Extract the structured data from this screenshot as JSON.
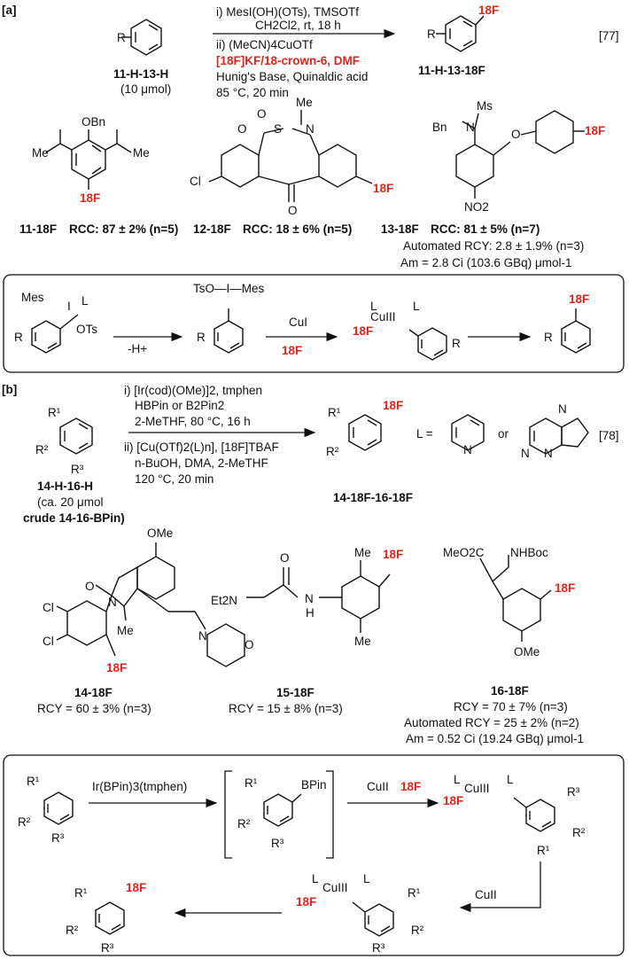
{
  "panel_a": {
    "label": "[a]",
    "ref": "[77]",
    "start_R": "R",
    "start_id": "11-H-13-H",
    "start_amount": "(10 μmol)",
    "conditions": [
      "i) MesI(OH)(OTs), TMSOTf",
      "CH2Cl2, rt, 18 h",
      "ii) (MeCN)4CuOTf",
      "[18F]KF/18-crown-6, DMF",
      "Hunig's Base, Quinaldic acid",
      "85 °C, 20 min"
    ],
    "product_id": "11-H-13-18F",
    "ex11": {
      "id": "11-18F",
      "result": "RCC: 87 ± 2% (n=5)",
      "groups": [
        "OBn",
        "Me",
        "Me"
      ]
    },
    "ex12": {
      "id": "12-18F",
      "result": "RCC: 18 ± 6% (n=5)",
      "groups": [
        "Me",
        "N",
        "O",
        "S",
        "O",
        "Cl",
        "O"
      ]
    },
    "ex13": {
      "id": "13-18F",
      "result": "RCC: 81 ± 5% (n=7)",
      "automated": "Automated RCY: 2.8 ± 1.9% (n=3)",
      "am": "Am = 2.8 Ci (103.6 GBq) μmol-1",
      "groups": [
        "Ms",
        "Bn",
        "N",
        "O",
        "NO2"
      ]
    },
    "mechanism": {
      "mes": "Mes",
      "L": "L",
      "I": "I",
      "OTs": "OTs",
      "R": "R",
      "minusH": "-H+",
      "tso_mes": "TsO—I—Mes",
      "cu": "CuI",
      "f18": "18F",
      "cu3": "CuIII"
    }
  },
  "panel_b": {
    "label": "[b]",
    "ref": "[78]",
    "conditions": [
      "i) [Ir(cod)(OMe)]2, tmphen",
      "HBPin or B2Pin2",
      "2-MeTHF, 80 °C, 16 h",
      "ii) [Cu(OTf)2(L)n], [18F]TBAF",
      "n-BuOH, DMA, 2-MeTHF",
      "120 °C, 20 min"
    ],
    "start_id": "14-H-16-H",
    "start_note1": "(ca. 20 μmol",
    "start_note2": "crude 14-16-BPin)",
    "product_id": "14-18F-16-18F",
    "L_eq": "L =",
    "or": "or",
    "ex14": {
      "id": "14-18F",
      "result": "RCY = 60 ± 3% (n=3)",
      "groups": [
        "OMe",
        "O",
        "N",
        "Cl",
        "Cl",
        "Me",
        "N",
        "O"
      ]
    },
    "ex15": {
      "id": "15-18F",
      "result": "RCY = 15 ± 8% (n=3)",
      "groups": [
        "Et2N",
        "O",
        "N",
        "H",
        "Me",
        "Me"
      ]
    },
    "ex16": {
      "id": "16-18F",
      "result": "RCY = 70 ± 7% (n=3)",
      "automated": "Automated RCY = 25 ± 2% (n=2)",
      "am": "Am = 0.52 Ci (19.24 GBq) μmol-1",
      "groups": [
        "MeO2C",
        "NHBoc",
        "OMe"
      ]
    },
    "mechanism": {
      "ir": "Ir(BPin)3(tmphen)",
      "bpin": "BPin",
      "cu2": "CuII",
      "f18": "18F"
    }
  }
}
